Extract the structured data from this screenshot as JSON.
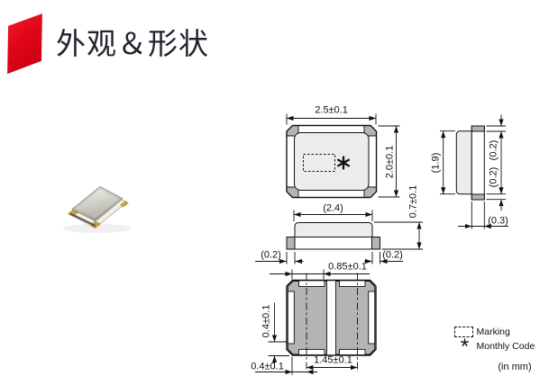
{
  "header": {
    "title": "外观＆形状"
  },
  "dimensions": {
    "top_width": "2.5±0.1",
    "top_height": "2.0±0.1",
    "body_width": "(2.4)",
    "overall_height": "0.7±0.1",
    "end_terminal_left": "(0.2)",
    "end_terminal_right": "(0.2)",
    "side_depth": "(1.9)",
    "side_terminal_top": "(0.2)",
    "side_terminal_bottom": "(0.2)",
    "side_base_width": "(0.3)",
    "pad_width": "0.85±0.1",
    "pad_pitch": "1.45±0.1",
    "pad_inset_horizontal": "0.4±0.1",
    "pad_inset_vertical": "0.4±0.1"
  },
  "legend": {
    "marking_label": "Marking",
    "monthly_code_symbol": "*",
    "monthly_code_label": "Monthly Code"
  },
  "units_note": "(in mm)",
  "colors": {
    "accent_red": "#df0618",
    "line": "#111111",
    "fill_light": "#ececec",
    "fill_dark": "#b4b4b4"
  }
}
